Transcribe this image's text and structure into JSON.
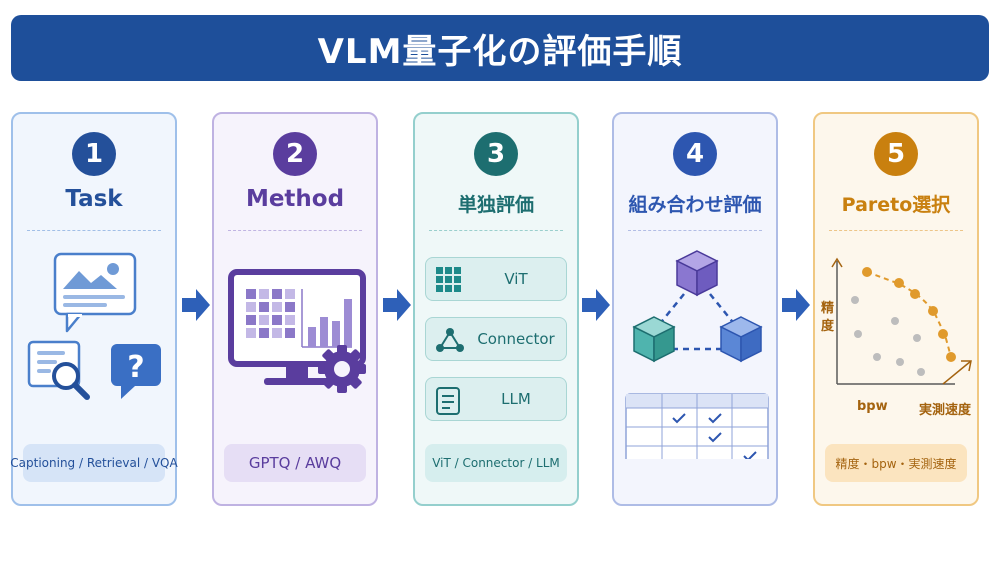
{
  "title": "VLM量子化の評価手順",
  "colors": {
    "banner": "#1e4f9a",
    "step1": "#24509a",
    "step2": "#5a3d9e",
    "step3": "#1d6e70",
    "step4": "#2d56b0",
    "step5": "#c9800f"
  },
  "steps": [
    {
      "number": "1",
      "title": "Task",
      "footer": "Captioning / Retrieval / VQA",
      "icons": [
        "image-caption-icon",
        "search-document-icon",
        "question-icon"
      ]
    },
    {
      "number": "2",
      "title": "Method",
      "footer": "GPTQ / AWQ",
      "icons": [
        "monitor-chart-icon",
        "gear-icon"
      ]
    },
    {
      "number": "3",
      "title": "単独評価",
      "footer": "ViT / Connector / LLM",
      "components": [
        {
          "label": "ViT",
          "icon": "grid-icon"
        },
        {
          "label": "Connector",
          "icon": "nodes-icon"
        },
        {
          "label": "LLM",
          "icon": "document-icon"
        }
      ]
    },
    {
      "number": "4",
      "title": "組み合わせ評価",
      "icons": [
        "cube-network-icon",
        "check-table-icon"
      ]
    },
    {
      "number": "5",
      "title": "Pareto選択",
      "footer": "精度・bpw・実測速度",
      "chart_labels": {
        "y": "精度",
        "x1": "bpw",
        "x2": "実測速度"
      }
    }
  ]
}
